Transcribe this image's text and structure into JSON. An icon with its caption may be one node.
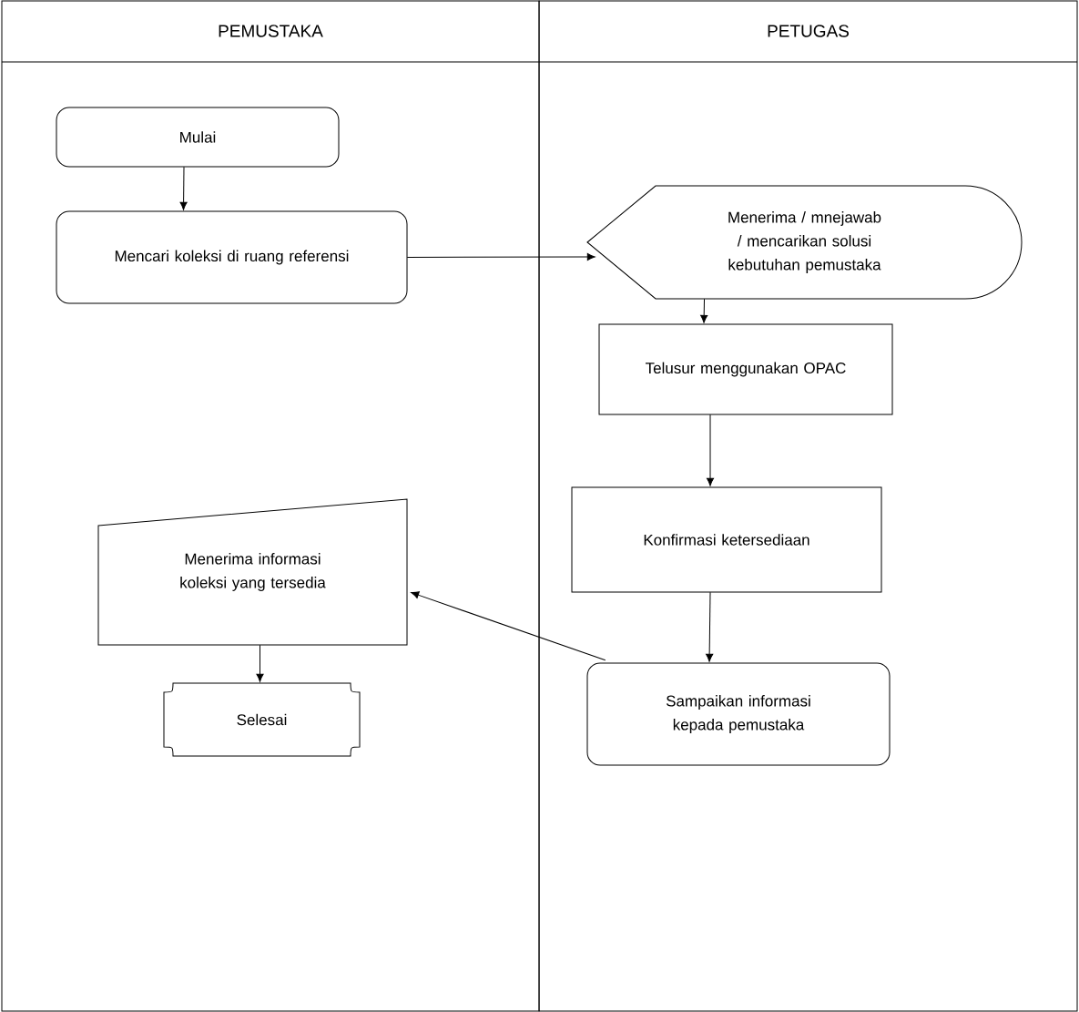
{
  "diagram": {
    "nodes": [
      {
        "text": [
          "PEMUSTAKA"
        ]
      },
      {
        "text": [
          "PETUGAS"
        ]
      },
      {
        "text": [
          "Mulai"
        ],
        "in": 0
      },
      {
        "text": [
          "Mencari koleksi di ruang referensi"
        ],
        "in": 0
      },
      {
        "text": [
          "Menerima / mnejawab / mencarikan solusi kebutuhan pemustaka"
        ],
        "in": 1
      },
      {
        "text": [
          "Telusur menggunakan OPAC"
        ],
        "in": 1
      },
      {
        "text": [
          "Konfirmasi ketersediaan"
        ],
        "in": 1
      },
      {
        "text": [
          "Menerima informasi koleksi yang tersedia"
        ],
        "in": 0
      },
      {
        "text": [
          "Selesai"
        ],
        "in": 0
      },
      {
        "text": [
          "Sampaikan informasi kepada pemustaka"
        ],
        "in": 1
      }
    ],
    "edges": [
      {
        "from": 2,
        "to": 3,
        "arrow": "to"
      },
      {
        "from": 3,
        "to": 4,
        "arrow": "to"
      },
      {
        "from": 4,
        "to": 5,
        "arrow": "to"
      },
      {
        "from": 5,
        "to": 6,
        "arrow": "to"
      },
      {
        "from": 6,
        "to": 9,
        "arrow": "to"
      },
      {
        "from": 9,
        "to": 7,
        "arrow": "to"
      },
      {
        "from": 7,
        "to": 8,
        "arrow": "to"
      }
    ]
  }
}
